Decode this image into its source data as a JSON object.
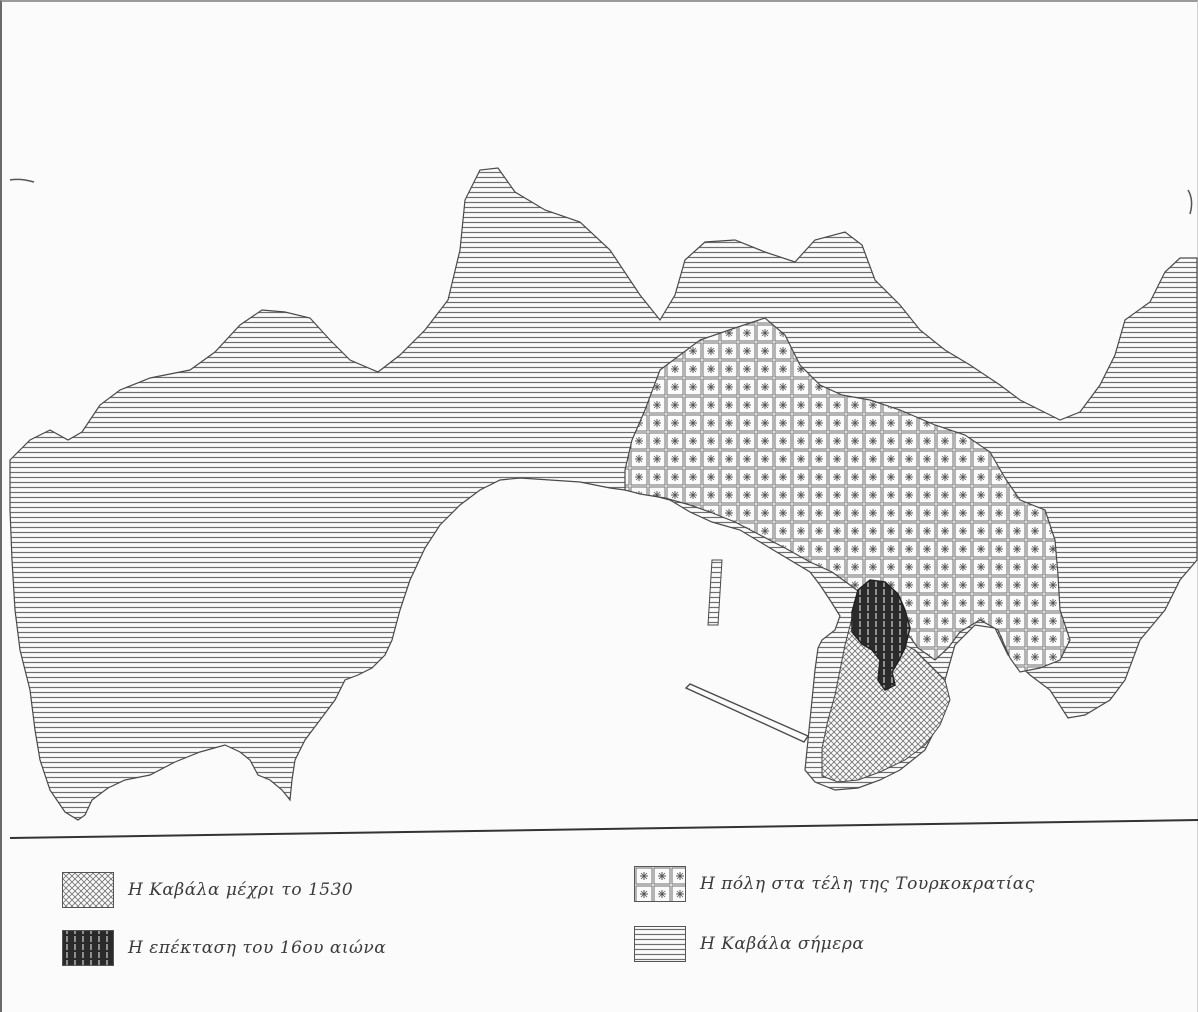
{
  "map": {
    "colors": {
      "ink": "#3a3a3a",
      "hatch": "#6e6e6e",
      "dark_fill": "#2a2a2a",
      "paper": "#fbfbfb"
    },
    "legend": [
      {
        "id": "until-1530",
        "label": "Η Καβάλα μέχρι το 1530",
        "pattern": "fine-crosshatch"
      },
      {
        "id": "16th-century-extension",
        "label": "Η επέκταση του 16ου αιώνα",
        "pattern": "dark-vertical"
      },
      {
        "id": "late-ottoman-city",
        "label": "Η πόλη στα τέλη της Τουρκοκρατίας",
        "pattern": "grid-stars"
      },
      {
        "id": "kavala-today",
        "label": "Η Καβάλα σήμερα",
        "pattern": "horizontal-lines"
      }
    ]
  }
}
